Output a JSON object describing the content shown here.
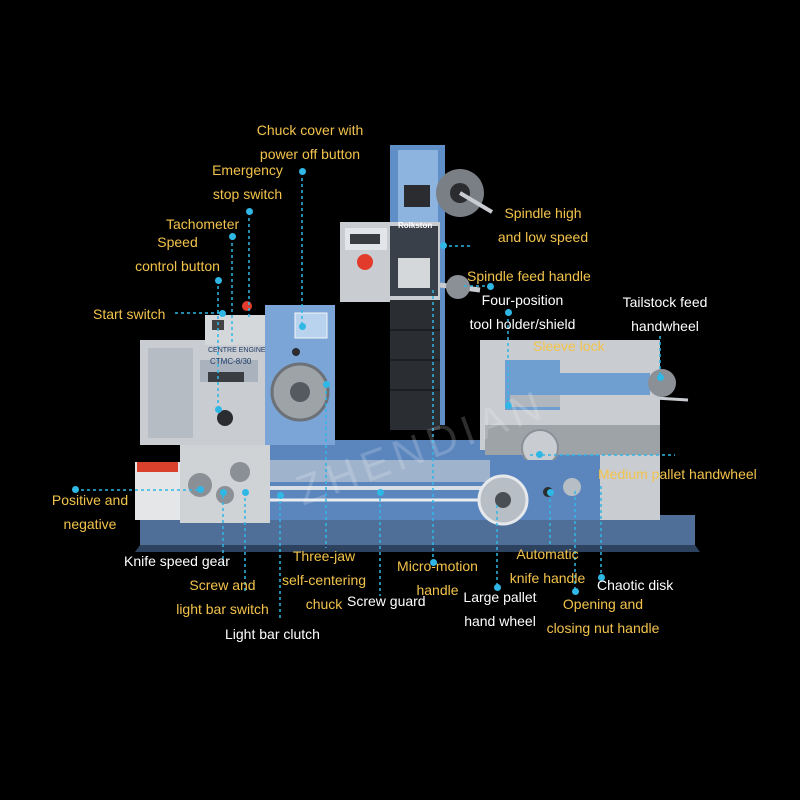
{
  "labels": {
    "chuck_cover": [
      "Chuck cover with",
      "power off button"
    ],
    "emergency_stop": [
      "Emergency",
      "stop switch"
    ],
    "tachometer": "Tachometer",
    "speed_control": [
      "Speed",
      "control button"
    ],
    "start_switch": "Start switch",
    "spindle_high_low": [
      "Spindle high",
      "and low speed"
    ],
    "spindle_feed": "Spindle feed handle",
    "four_position": [
      "Four-position",
      "tool holder/shield"
    ],
    "tailstock_feed": [
      "Tailstock feed",
      "handwheel"
    ],
    "sleeve_lock": "Sleeve lock",
    "medium_pallet": "Medium pallet handwheel",
    "positive_negative": [
      "Positive and",
      "negative"
    ],
    "knife_speed_gear": "Knife speed gear",
    "screw_light_bar": [
      "Screw and",
      "light bar switch"
    ],
    "light_bar_clutch": "Light bar clutch",
    "three_jaw": [
      "Three-jaw",
      "self-centering",
      "chuck"
    ],
    "screw_guard": "Screw guard",
    "micro_motion": [
      "Micro-motion",
      "handle"
    ],
    "large_pallet": [
      "Large pallet",
      "hand wheel"
    ],
    "automatic_knife": [
      "Automatic",
      "knife handle"
    ],
    "chaotic_disk": "Chaotic disk",
    "opening_closing": [
      "Opening and",
      "closing nut handle"
    ]
  },
  "machine": {
    "brand": "Rolkston",
    "model": "CTMC-8/30",
    "panel_brand": "CENTRE ENGINE",
    "watermark": "ZHENDIAN"
  },
  "colors": {
    "label_yellow": "#f3c34b",
    "label_white": "#ffffff",
    "leader_blue": "#2fb7e6",
    "machine_blue": "#6f9fd0",
    "machine_gray": "#c9ccd0"
  }
}
